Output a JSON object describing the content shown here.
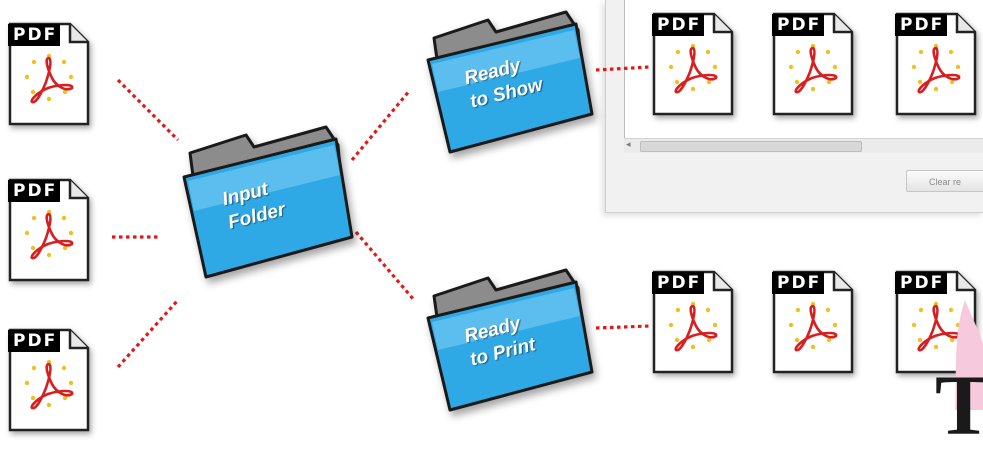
{
  "background_window": {
    "clear_button_label": "Clear re"
  },
  "folders": [
    {
      "id": "input",
      "line1": "Input",
      "line2": "Folder"
    },
    {
      "id": "show",
      "line1": "Ready",
      "line2": "to Show"
    },
    {
      "id": "print",
      "line1": "Ready",
      "line2": "to Print"
    }
  ],
  "pdf_badge": "PDF",
  "decorative_letter": "T",
  "colors": {
    "folder_blue": "#2fa8e6",
    "folder_back": "#8c8c8c",
    "connector_red": "#e01818",
    "acrobat_red": "#d81e1e",
    "star_yellow": "#f0c020",
    "accent_pink": "#f6c9dc"
  }
}
